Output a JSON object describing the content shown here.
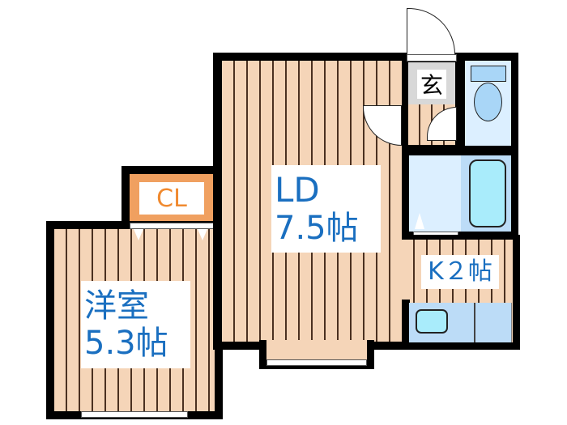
{
  "floorplan": {
    "rooms": [
      {
        "id": "western",
        "name": "洋室",
        "size": "5.3帖"
      },
      {
        "id": "ld",
        "name": "LD",
        "size": "7.5帖"
      },
      {
        "id": "kitchen",
        "name": "K",
        "size": "2帖",
        "label": "K２帖"
      },
      {
        "id": "closet",
        "name": "CL"
      },
      {
        "id": "entrance",
        "name": "玄"
      }
    ],
    "fixtures": [
      "toilet",
      "bathtub",
      "washbasin",
      "kitchen-sink",
      "stove-counter"
    ]
  },
  "labels": {
    "western_name": "洋室",
    "western_size": "5.3帖",
    "ld_name": "LD",
    "ld_size": "7.5帖",
    "kitchen": "K２帖",
    "closet": "CL",
    "entrance": "玄"
  },
  "colors": {
    "floor": "#f5d5b8",
    "floor_stripe": "#4a3020",
    "wall": "#000000",
    "label_text": "#1a6fc0",
    "closet": "#f0a060",
    "closet_text": "#f08a30",
    "entrance": "#d8d8d8",
    "wet_area": "#dcefff",
    "tub": "#a9ecfb"
  }
}
